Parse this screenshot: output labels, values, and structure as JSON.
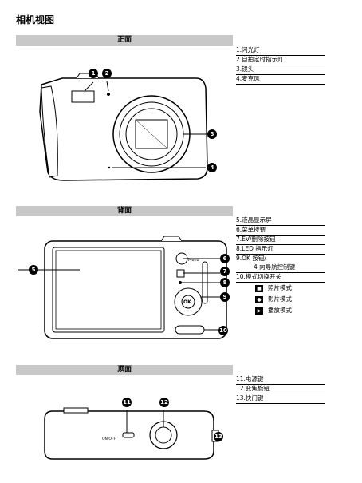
{
  "page_title": "相机视图",
  "sections": {
    "front": {
      "header": "正面",
      "items": [
        "1.闪光灯",
        "2.自拍定时指示灯",
        "3.镜头",
        "4.麦克风"
      ]
    },
    "back": {
      "header": "背面",
      "items": [
        "5.液晶显示屏",
        "6.菜单按钮",
        "7.EV/删除按钮",
        "8.LED 指示灯"
      ],
      "item_ok_line1": "9.OK 按钮/",
      "item_ok_line2": "4 向导航控制键",
      "item_mode": "10.模式切换开关",
      "modes": [
        {
          "icon": "camera-icon",
          "label": "照片模式"
        },
        {
          "icon": "movie-icon",
          "label": "影片模式"
        },
        {
          "icon": "play-icon",
          "label": "播放模式"
        }
      ],
      "menu_text": "Menu",
      "ok_text": "OK"
    },
    "top": {
      "header": "顶面",
      "items": [
        "11.电源键",
        "12.变焦旋钮",
        "13.快门键"
      ],
      "onoff_text": "ON/OFF"
    }
  },
  "callouts": [
    "1",
    "2",
    "3",
    "4",
    "5",
    "6",
    "7",
    "8",
    "9",
    "10",
    "11",
    "12",
    "13"
  ]
}
